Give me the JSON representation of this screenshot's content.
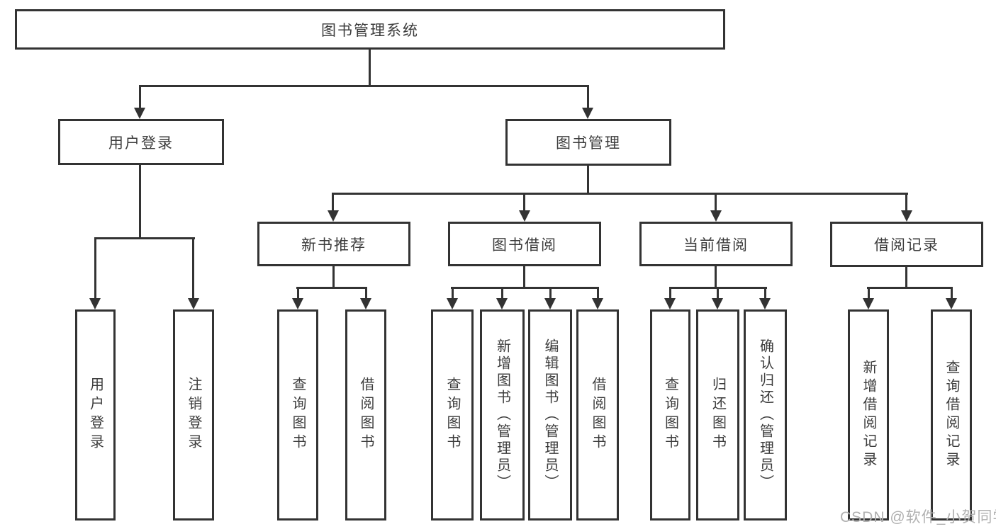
{
  "tree": {
    "root": {
      "label": "图书管理系统"
    },
    "branches": [
      {
        "label": "用户登录",
        "children": [
          {
            "label": "用户登录"
          },
          {
            "label": "注销登录"
          }
        ]
      },
      {
        "label": "图书管理",
        "children": [
          {
            "label": "新书推荐",
            "children": [
              {
                "label": "查询图书"
              },
              {
                "label": "借阅图书"
              }
            ]
          },
          {
            "label": "图书借阅",
            "children": [
              {
                "label": "查询图书"
              },
              {
                "label": "新增图书（管理员）"
              },
              {
                "label": "编辑图书（管理员）"
              },
              {
                "label": "借阅图书"
              }
            ]
          },
          {
            "label": "当前借阅",
            "children": [
              {
                "label": "查询图书"
              },
              {
                "label": "归还图书"
              },
              {
                "label": "确认归还（管理员）"
              }
            ]
          },
          {
            "label": "借阅记录",
            "children": [
              {
                "label": "新增借阅记录"
              },
              {
                "label": "查询借阅记录"
              }
            ]
          }
        ]
      }
    ]
  },
  "watermark": {
    "text": "CSDN @软件_小贺同学"
  },
  "colors": {
    "line": "#333333",
    "text": "#3c3c3c",
    "watermark": "#b0b0b0",
    "background": "#ffffff"
  }
}
